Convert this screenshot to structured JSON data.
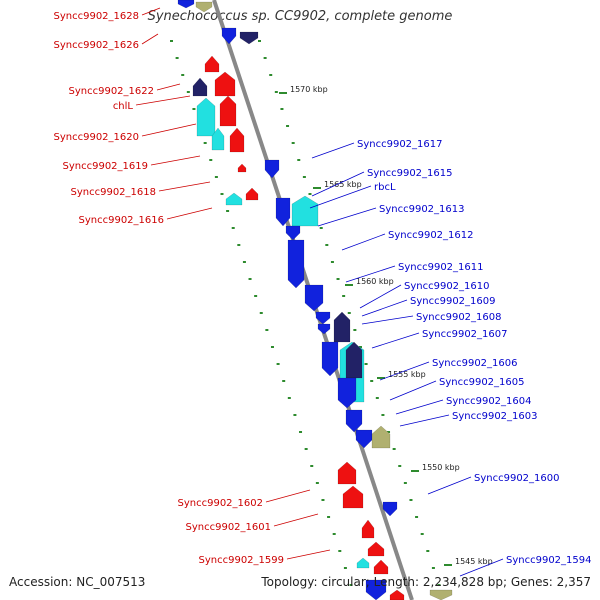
{
  "title": "Synechococcus sp. CC9902, complete genome",
  "footer": {
    "accession": "Accession: NC_007513",
    "stats": "Topology: circular; Length: 2,234,828 bp; Genes: 2,357"
  },
  "colors": {
    "backbone": "#888888",
    "tick": "#2e8b2e",
    "left_label": "#cc0000",
    "right_label": "#0000cc",
    "red_gene": "#ee1111",
    "blue_gene": "#1122dd",
    "cyan_gene": "#22e0e0",
    "navy_gene": "#222266",
    "olive_gene": "#b0b070"
  },
  "scale_labels": [
    "1570 kbp",
    "1565 kbp",
    "1560 kbp",
    "1555 kbp",
    "1550 kbp",
    "1545 kbp"
  ],
  "left_labels": [
    "Syncc9902_1628",
    "Syncc9902_1626",
    "Syncc9902_1622",
    "chlL",
    "Syncc9902_1620",
    "Syncc9902_1619",
    "Syncc9902_1618",
    "Syncc9902_1616",
    "Syncc9902_1602",
    "Syncc9902_1601",
    "Syncc9902_1599"
  ],
  "right_labels": [
    "Syncc9902_1617",
    "Syncc9902_1615",
    "rbcL",
    "Syncc9902_1613",
    "Syncc9902_1612",
    "Syncc9902_1611",
    "Syncc9902_1610",
    "Syncc9902_1609",
    "Syncc9902_1608",
    "Syncc9902_1607",
    "Syncc9902_1606",
    "Syncc9902_1605",
    "Syncc9902_1604",
    "Syncc9902_1603",
    "Syncc9902_1600",
    "Syncc9902_1594"
  ]
}
